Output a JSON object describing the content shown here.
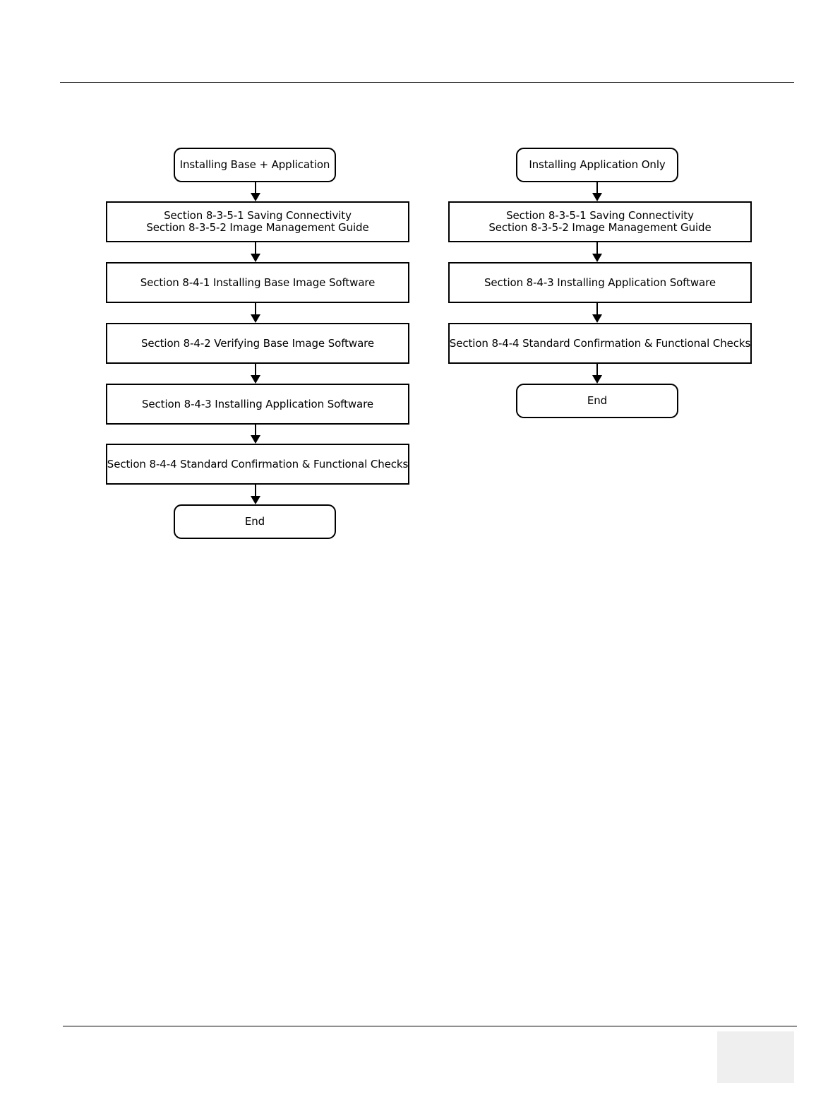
{
  "flow_left": {
    "start": "Installing Base + Application",
    "step1_line1": "Section 8-3-5-1 Saving Connectivity",
    "step1_line2": "Section 8-3-5-2 Image Management Guide",
    "step2": "Section 8-4-1 Installing Base Image Software",
    "step3": "Section 8-4-2 Verifying Base Image Software",
    "step4": "Section 8-4-3 Installing Application Software",
    "step5": "Section 8-4-4 Standard Confirmation & Functional Checks",
    "end": "End"
  },
  "flow_right": {
    "start": "Installing Application Only",
    "step1_line1": "Section 8-3-5-1 Saving Connectivity",
    "step1_line2": "Section 8-3-5-2 Image Management Guide",
    "step2": "Section 8-4-3 Installing Application Software",
    "step3": "Section 8-4-4 Standard Confirmation & Functional Checks",
    "end": "End"
  }
}
